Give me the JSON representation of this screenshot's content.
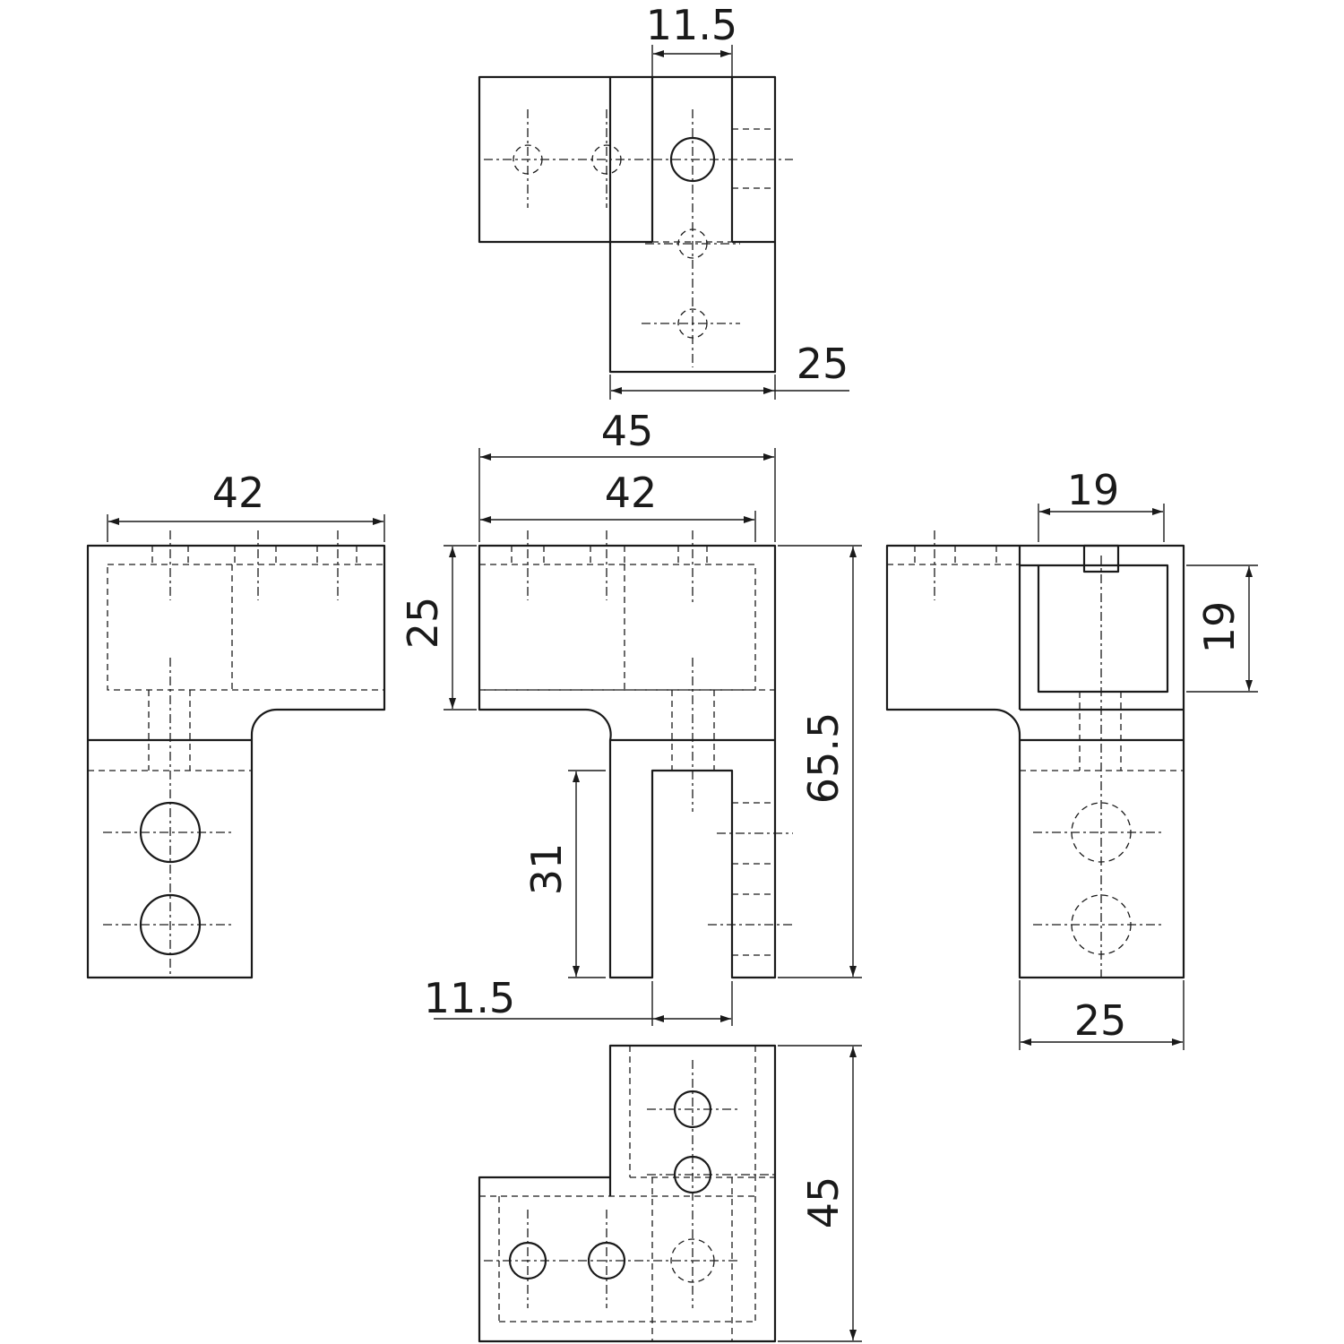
{
  "dimensions": {
    "top_view_slot_width": "11.5",
    "top_view_depth": "25",
    "front_overall_width": "45",
    "front_inner_width": "42",
    "front_upper_height": "25",
    "front_overall_height": "65.5",
    "front_slot_depth": "31",
    "front_slot_width": "11.5",
    "left_view_width": "42",
    "right_view_square_width": "19",
    "right_view_square_height": "19",
    "right_view_leg_width": "25",
    "bottom_view_height": "45"
  }
}
